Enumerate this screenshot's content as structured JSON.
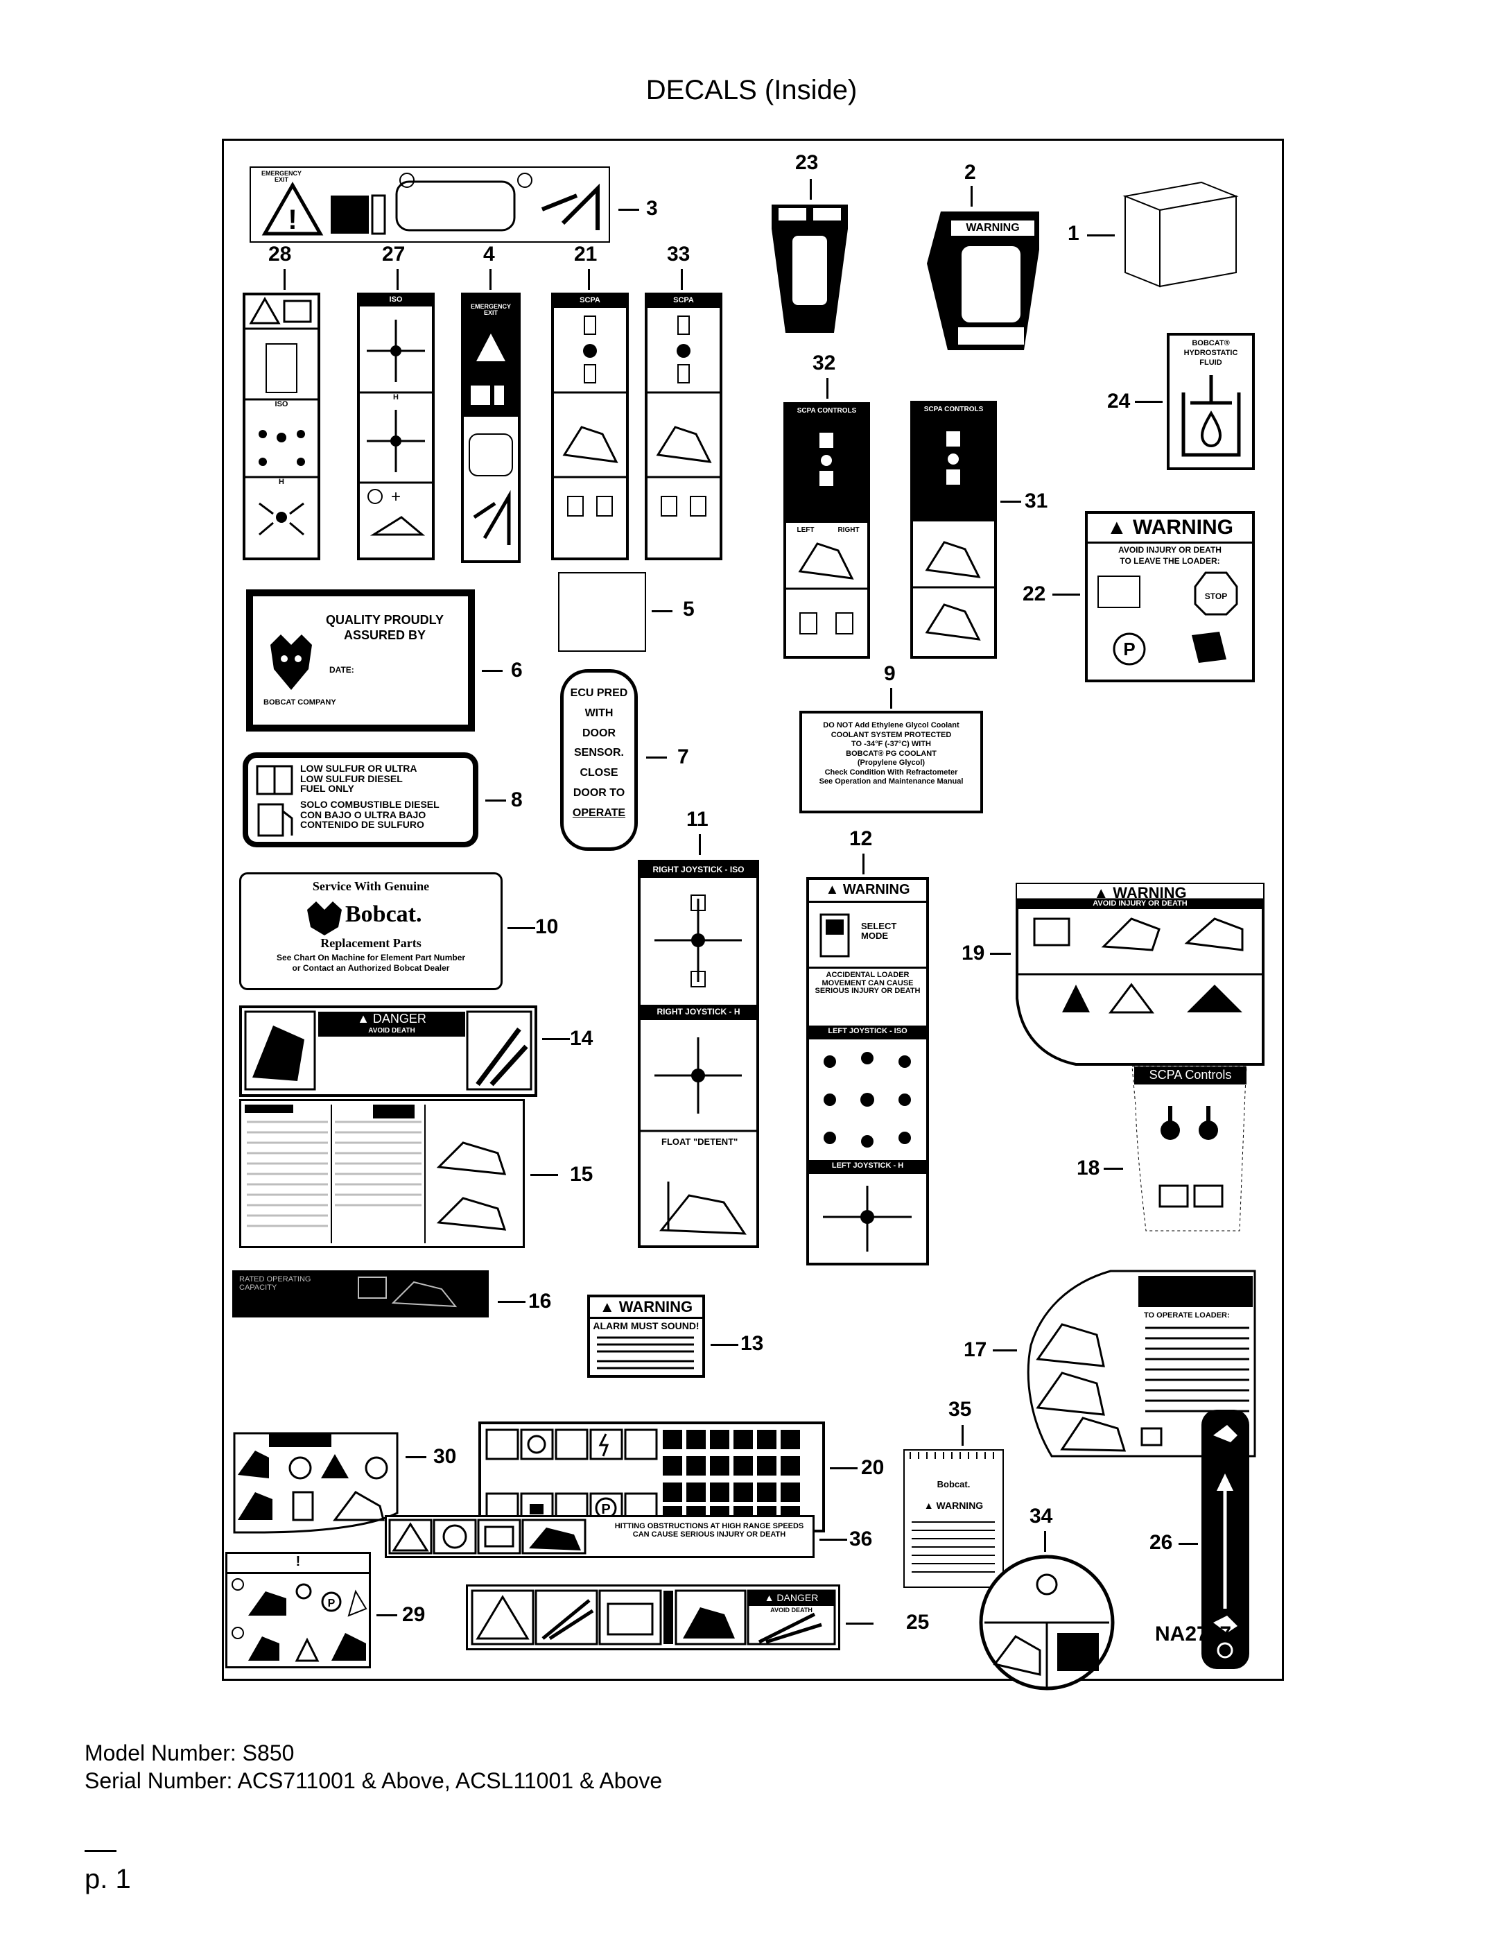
{
  "page": {
    "title": "DECALS (Inside)",
    "model_line": "Model Number: S850",
    "serial_line": "Serial Number: ACS711001 & Above, ACSL11001 & Above",
    "page_label": "p. 1",
    "figure_ref": "NA2757"
  },
  "callouts": [
    "1",
    "2",
    "3",
    "4",
    "5",
    "6",
    "7",
    "8",
    "9",
    "10",
    "11",
    "12",
    "13",
    "14",
    "15",
    "16",
    "17",
    "18",
    "19",
    "20",
    "21",
    "22",
    "23",
    "24",
    "25",
    "26",
    "27",
    "28",
    "29",
    "30",
    "31",
    "32",
    "33",
    "34",
    "35",
    "36"
  ],
  "decals": {
    "d3": {
      "label": "EMERGENCY EXIT"
    },
    "d4": {
      "label": "EMERGENCY EXIT"
    },
    "d27": {
      "label": "ISO",
      "label2": "H"
    },
    "d28": {
      "label": "ISO",
      "label2": "H"
    },
    "d21": {
      "label": "SCPA"
    },
    "d33": {
      "label": "SCPA"
    },
    "d2": {
      "label": "WARNING"
    },
    "d24": {
      "line1": "BOBCAT®",
      "line2": "HYDROSTATIC",
      "line3": "FLUID"
    },
    "d32": {
      "label": "SCPA CONTROLS",
      "left": "LEFT",
      "right": "RIGHT"
    },
    "d31": {
      "label": "SCPA CONTROLS"
    },
    "d22": {
      "header": "WARNING",
      "sub": "AVOID INJURY OR DEATH",
      "sub2": "TO LEAVE THE LOADER:",
      "stop": "STOP"
    },
    "d6": {
      "line1": "QUALITY PROUDLY",
      "line2": "ASSURED BY",
      "date": "DATE:",
      "company": "BOBCAT COMPANY"
    },
    "d7": {
      "lines": [
        "ECU PRED",
        "WITH",
        "DOOR",
        "SENSOR.",
        "CLOSE",
        "DOOR TO",
        "OPERATE"
      ]
    },
    "d9": {
      "lines": [
        "DO NOT Add Ethylene Glycol Coolant",
        "COOLANT SYSTEM PROTECTED",
        "TO -34°F (-37°C) WITH",
        "BOBCAT® PG COOLANT",
        "(Propylene Glycol)",
        "Check Condition With Refractometer",
        "See Operation and Maintenance Manual"
      ]
    },
    "d8": {
      "lines": [
        "LOW SULFUR OR ULTRA",
        "LOW SULFUR DIESEL",
        "FUEL ONLY",
        "SOLO COMBUSTIBLE DIESEL",
        "CON BAJO O ULTRA BAJO",
        "CONTENIDO DE SULFURO"
      ]
    },
    "d10": {
      "line1": "Service With Genuine",
      "line2": "Bobcat.",
      "line3": "Replacement Parts",
      "line4": "See Chart On Machine for Element Part Number",
      "line5": "or Contact an Authorized Bobcat Dealer"
    },
    "d11": {
      "head1": "RIGHT JOYSTICK - ISO",
      "head2": "RIGHT JOYSTICK - H",
      "float": "FLOAT \"DETENT\""
    },
    "d12": {
      "header": "WARNING",
      "select": "SELECT MODE",
      "accidental": "ACCIDENTAL LOADER MOVEMENT CAN CAUSE SERIOUS INJURY OR DEATH",
      "left_iso": "LEFT JOYSTICK - ISO",
      "left_h": "LEFT JOYSTICK - H"
    },
    "d19": {
      "header": "WARNING",
      "sub": "AVOID INJURY OR DEATH"
    },
    "d14": {
      "header": "DANGER",
      "sub": "AVOID DEATH"
    },
    "d18": {
      "label": "SCPA Controls"
    },
    "d16": {
      "label": "RATED OPERATING CAPACITY"
    },
    "d13": {
      "header": "WARNING",
      "sub": "ALARM MUST SOUND!"
    },
    "d17": {
      "label": "TO OPERATE LOADER:"
    },
    "d35": {
      "brand": "Bobcat.",
      "warn": "WARNING"
    },
    "d36": {
      "text": "HITTING OBSTRUCTIONS AT HIGH RANGE SPEEDS CAN CAUSE SERIOUS INJURY OR DEATH"
    },
    "d25": {
      "header": "DANGER",
      "sub": "AVOID DEATH"
    },
    "d29": {
      "label": "!"
    }
  },
  "colors": {
    "ink": "#000000",
    "paper": "#ffffff",
    "grey": "#bdbdbd"
  }
}
